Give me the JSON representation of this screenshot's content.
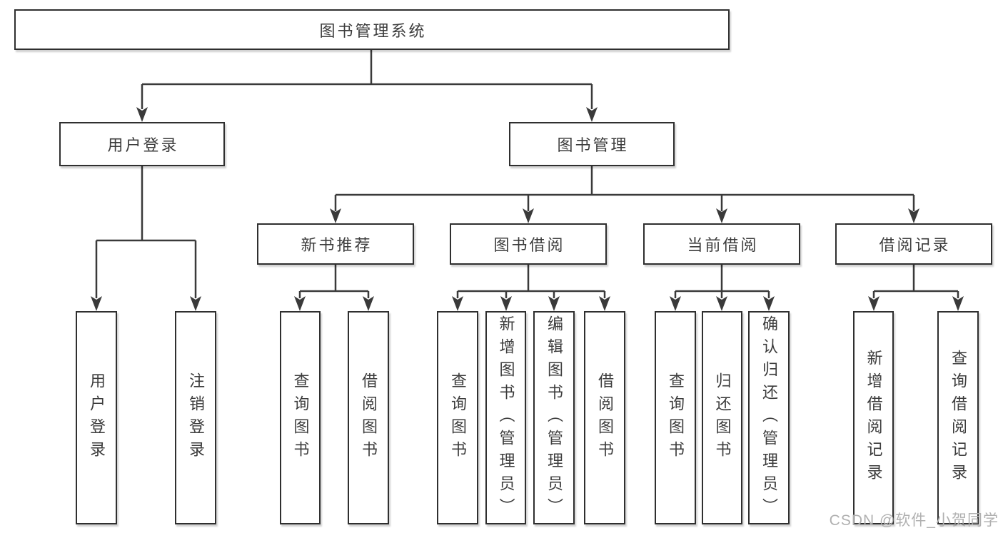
{
  "diagram": {
    "root": {
      "label": "图书管理系统"
    },
    "level2": [
      {
        "label": "用户登录",
        "children": [
          {
            "label": "用户登录"
          },
          {
            "label": "注销登录"
          }
        ]
      },
      {
        "label": "图书管理",
        "children": [
          {
            "label": "新书推荐",
            "children": [
              {
                "label": "查询图书"
              },
              {
                "label": "借阅图书"
              }
            ]
          },
          {
            "label": "图书借阅",
            "children": [
              {
                "label": "查询图书"
              },
              {
                "label": "新增图书（管理员）"
              },
              {
                "label": "编辑图书（管理员）"
              },
              {
                "label": "借阅图书"
              }
            ]
          },
          {
            "label": "当前借阅",
            "children": [
              {
                "label": "查询图书"
              },
              {
                "label": "归还图书"
              },
              {
                "label": "确认归还（管理员）"
              }
            ]
          },
          {
            "label": "借阅记录",
            "children": [
              {
                "label": "新增借阅记录"
              },
              {
                "label": "查询借阅记录"
              }
            ]
          }
        ]
      }
    ]
  },
  "watermark": {
    "text": "CSDN @软件_小贺同学"
  },
  "colors": {
    "line": "#3a3a3a",
    "box_border": "#2f2f2f",
    "text": "#3c3c3c",
    "watermark": "#b0b0b0",
    "background": "#ffffff"
  }
}
